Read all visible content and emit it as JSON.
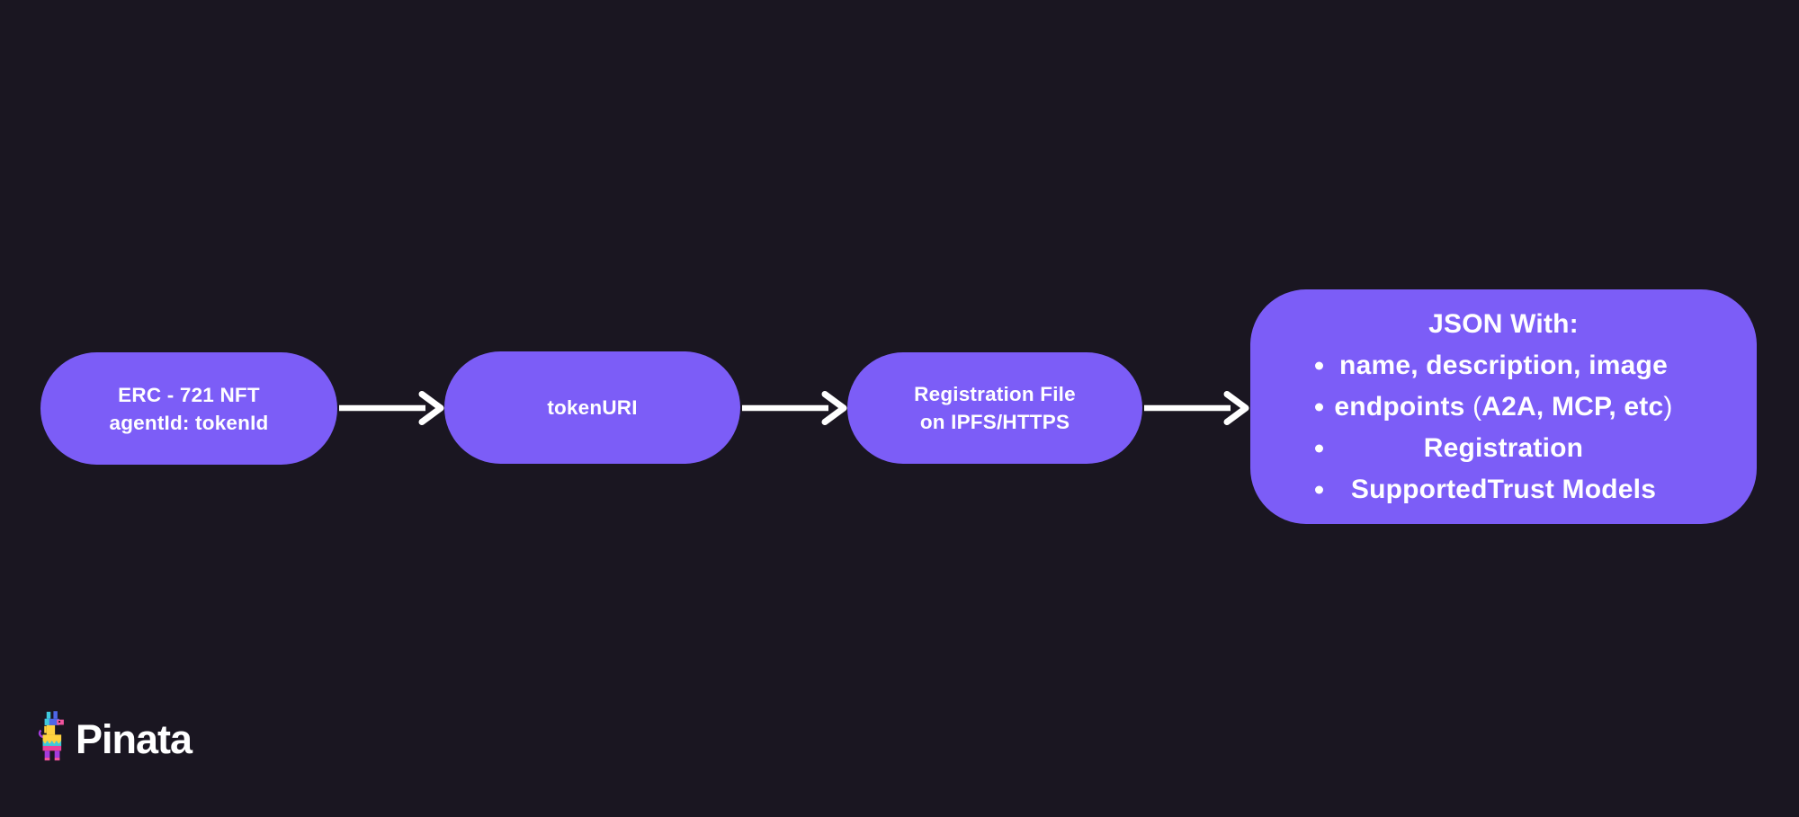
{
  "colors": {
    "background": "#1A1621",
    "node-fill": "#7C5DF7",
    "node-text": "#FFFFFF",
    "arrow": "#FFFFFF",
    "brand-text": "#FFFFFF"
  },
  "flow": {
    "node1": {
      "line1": "ERC - 721 NFT",
      "line2": "agentId: tokenId"
    },
    "node2": {
      "line1": "tokenURI"
    },
    "node3": {
      "line1": "Registration File",
      "line2": "on IPFS/HTTPS"
    },
    "node4": {
      "title": "JSON With:",
      "bullet1": "name, description, image",
      "bullet2_pre": "endpoints ",
      "bullet2_open": "(",
      "bullet2_inner": "A2A, MCP, etc",
      "bullet2_close": ")",
      "bullet3": "Registration",
      "bullet4": "SupportedTrust Models"
    }
  },
  "footer": {
    "brand": "Pinata"
  },
  "icons": {
    "arrow": "arrow-right-icon",
    "llama": "pinata-llama-icon"
  }
}
